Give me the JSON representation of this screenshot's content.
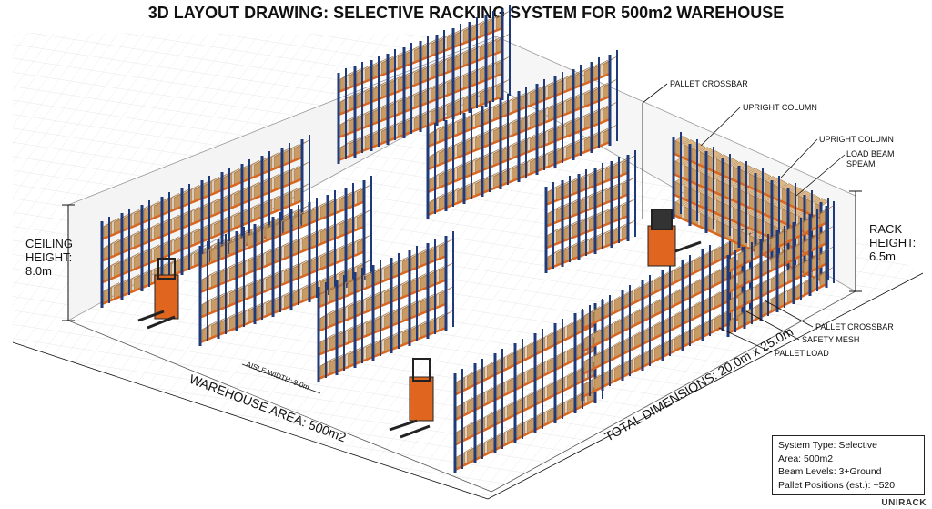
{
  "title": "3D LAYOUT DRAWING: SELECTIVE RACKING SYSTEM FOR 500m2 WAREHOUSE",
  "callouts": {
    "pallet_crossbar_top": "PALLET CROSSBAR",
    "upright_column_1": "UPRIGHT COLUMN",
    "upright_column_2": "UPRIGHT COLUMN",
    "load_beam_line1": "LOAD BEAM",
    "load_beam_line2": "SPEAM",
    "pallet_crossbar_bottom": "PALLET CROSSBAR",
    "safety_mesh": "SAFETY MESH",
    "pallet_load": "PALLET LOAD"
  },
  "dimensions": {
    "ceiling_line1": "CEILING",
    "ceiling_line2": "HEIGHT:",
    "ceiling_line3": "8.0m",
    "rack_line1": "RACK",
    "rack_line2": "HEIGHT:",
    "rack_line3": "6.5m",
    "aisle_width": "AISLE WIDTH: 9.0m",
    "warehouse_area": "WAREHOUSE AREA: 500m2",
    "total_dimensions": "TOTAL DIMENSIONS: 20.0m x 25.0m"
  },
  "info_box": {
    "system_type": "System Type: Selective",
    "area": "Area: 500m2",
    "beam_levels": "Beam Levels: 3+Ground",
    "pallet_positions": "Pallet Positions (est.): ~520"
  },
  "brand": "UNIRACK",
  "colors": {
    "upright": "#1f3a7a",
    "beam": "#d9661f",
    "carton": "#c89a64",
    "carton_dark": "#9b7143",
    "forklift": "#e0661f",
    "grid": "#d6d6d6"
  }
}
